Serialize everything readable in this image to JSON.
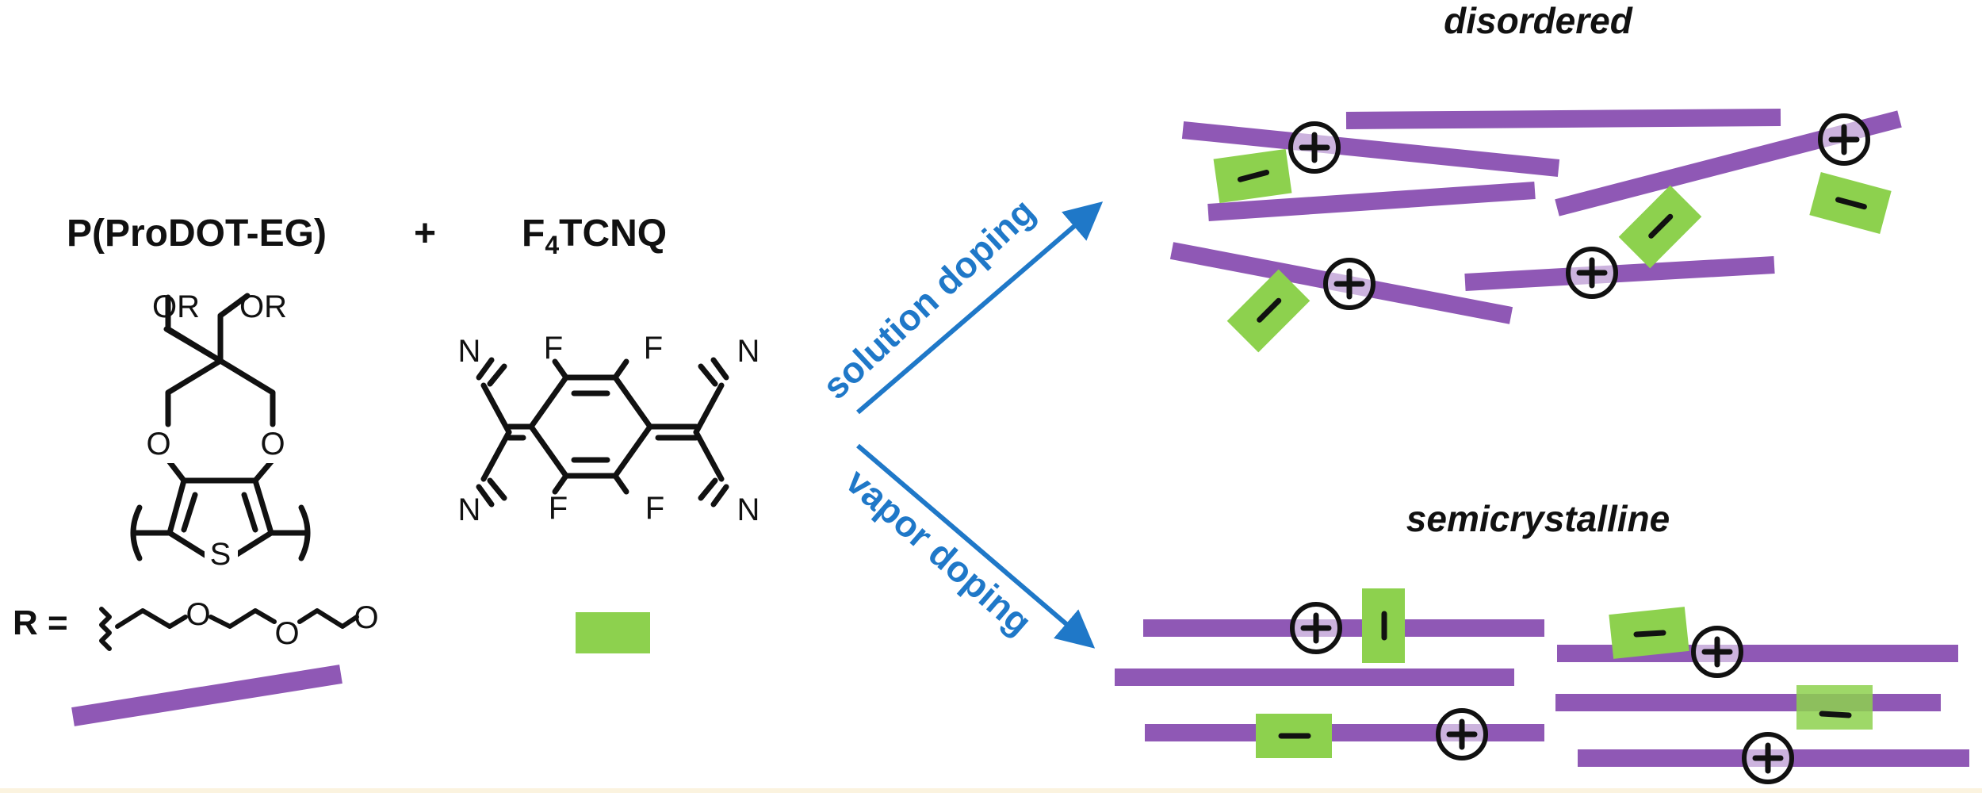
{
  "reactants": {
    "polymer_name": "P(ProDOT-EG)",
    "plus": "+",
    "dopant_name_prefix": "F",
    "dopant_name_subscript": "4",
    "dopant_name_suffix": "TCNQ",
    "r_group_label": "R ="
  },
  "polymer_structure": {
    "side_group_left": "OR",
    "side_group_right": "OR",
    "ring_oxygen_left": "O",
    "ring_oxygen_right": "O",
    "sulfur": "S"
  },
  "r_group_structure": {
    "oxygen_1": "O",
    "oxygen_2": "O",
    "oxygen_3": "O"
  },
  "dopant_structure": {
    "nitrile_top_left": "N",
    "nitrile_top_right": "N",
    "nitrile_bottom_left": "N",
    "nitrile_bottom_right": "N",
    "fluorine_top_left": "F",
    "fluorine_top_right": "F",
    "fluorine_bottom_left": "F",
    "fluorine_bottom_right": "F"
  },
  "arrows": {
    "solution_label": "solution doping",
    "vapor_label": "vapor doping"
  },
  "morphologies": {
    "disordered_title": "disordered",
    "semicrystalline_title": "semicrystalline"
  },
  "colors": {
    "polymer": "#8f58b5",
    "dopant": "#8dd14e",
    "arrow": "#1f78c8",
    "ink": "#111111",
    "bottom_border": "#fbf3df"
  },
  "symbols": {
    "positive_charge": "+",
    "negative_charge": "–"
  }
}
